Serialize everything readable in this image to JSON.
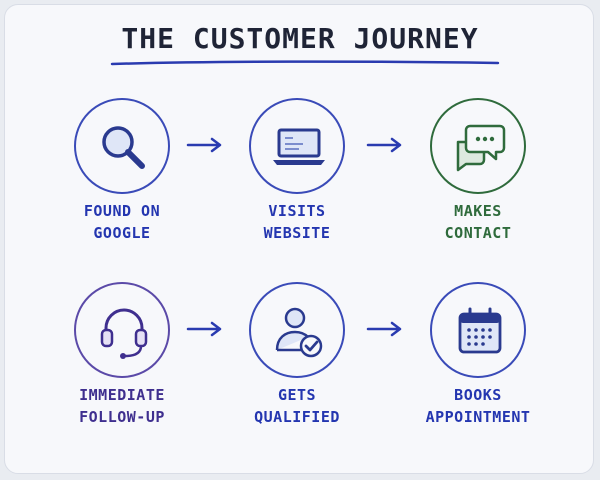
{
  "title": "THE CUSTOMER JOURNEY",
  "steps": [
    {
      "line1": "FOUND ON",
      "line2": "GOOGLE",
      "icon": "magnifier-icon",
      "color": "#3a4bb8"
    },
    {
      "line1": "VISITS",
      "line2": "WEBSITE",
      "icon": "laptop-icon",
      "color": "#3a4bb8"
    },
    {
      "line1": "MAKES",
      "line2": "CONTACT",
      "icon": "chat-bubbles-icon",
      "color": "#2f6b3c"
    },
    {
      "line1": "IMMEDIATE",
      "line2": "FOLLOW-UP",
      "icon": "headset-icon",
      "color": "#5b4aa8"
    },
    {
      "line1": "GETS",
      "line2": "QUALIFIED",
      "icon": "user-check-icon",
      "color": "#3a4bb8"
    },
    {
      "line1": "BOOKS",
      "line2": "APPOINTMENT",
      "icon": "calendar-icon",
      "color": "#3a4bb8"
    }
  ]
}
